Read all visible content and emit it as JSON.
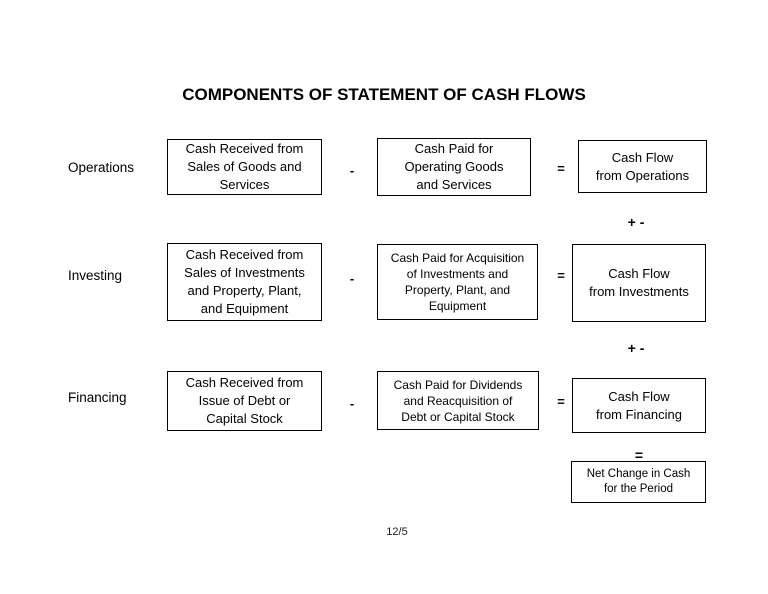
{
  "title": "COMPONENTS OF STATEMENT OF CASH FLOWS",
  "colors": {
    "background": "#ffffff",
    "text": "#000000",
    "border": "#000000"
  },
  "symbols": {
    "minus": "-",
    "equals": "=",
    "plus_minus": "+ -",
    "final_equals": "="
  },
  "rows": [
    {
      "label": "Operations",
      "inflow": "Cash Received from\nSales of Goods and\nServices",
      "outflow": "Cash Paid for\nOperating Goods\nand Services",
      "result": "Cash Flow\nfrom Operations"
    },
    {
      "label": "Investing",
      "inflow": "Cash Received from\nSales of Investments\nand Property, Plant,\nand Equipment",
      "outflow": "Cash Paid for Acquisition\nof Investments and\nProperty, Plant, and\nEquipment",
      "result": "Cash Flow\nfrom Investments"
    },
    {
      "label": "Financing",
      "inflow": "Cash Received from\nIssue of Debt or\nCapital Stock",
      "outflow": "Cash Paid for Dividends\nand Reacquisition of\nDebt or Capital Stock",
      "result": "Cash Flow\nfrom Financing"
    }
  ],
  "net_change": {
    "text": "Net Change in Cash\nfor the Period"
  },
  "footer": {
    "page_number": "12/5"
  }
}
